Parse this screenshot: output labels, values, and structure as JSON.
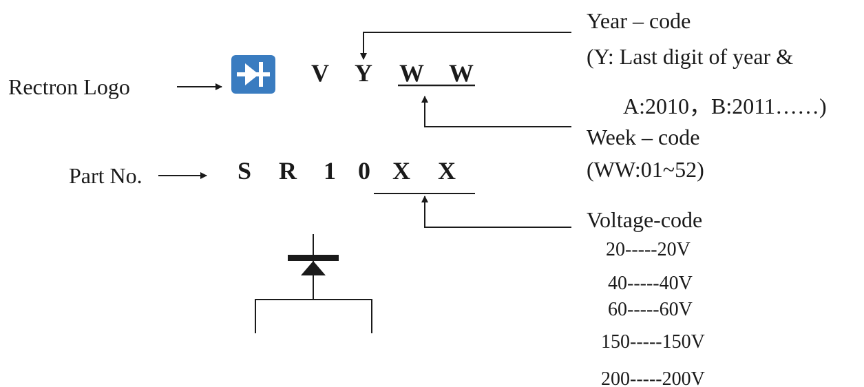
{
  "labels": {
    "rectron_logo": "Rectron Logo",
    "part_no": "Part No."
  },
  "marking": {
    "line1": [
      "V",
      "Y",
      "W",
      "W"
    ],
    "line2": [
      "S",
      "R",
      "1",
      "0",
      "X",
      "X"
    ]
  },
  "year_code": {
    "title": "Year – code",
    "desc1": "(Y: Last digit of year &",
    "desc2": "A:2010，B:2011……)"
  },
  "week_code": {
    "title": "Week – code",
    "desc": "(WW:01~52)"
  },
  "voltage_code": {
    "title": "Voltage-code",
    "items": [
      "20-----20V",
      "40-----40V",
      "60-----60V",
      "150-----150V",
      "200-----200V"
    ]
  },
  "colors": {
    "logo_bg": "#3a7cc0",
    "ink": "#1a1a1a"
  },
  "icons": {
    "logo": "rectron-diode-logo-icon",
    "schematic": "diode-schematic-icon"
  }
}
